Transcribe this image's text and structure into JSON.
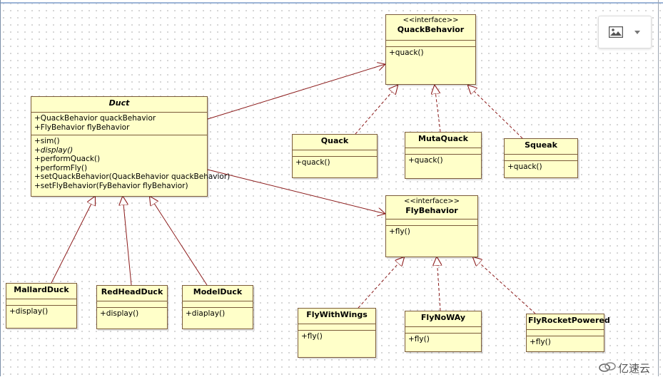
{
  "classes": {
    "duct": {
      "name": "Duct",
      "attributes": [
        "+QuackBehavior quackBehavior",
        "+FlyBehavior flyBehavior"
      ],
      "methods": [
        "+sim()",
        "+display()",
        "+performQuack()",
        "+performFly()",
        "+setQuackBehavior(QuackBehavior quackBehavior)",
        "+setFlyBehavior(FyBehavior flyBehavior)"
      ]
    },
    "quack_behavior": {
      "stereotype": "<<interface>>",
      "name": "QuackBehavior",
      "methods": [
        "+quack()"
      ]
    },
    "fly_behavior": {
      "stereotype": "<<interface>>",
      "name": "FlyBehavior",
      "methods": [
        "+fly()"
      ]
    },
    "quack": {
      "name": "Quack",
      "methods": [
        "+quack()"
      ]
    },
    "muta_quack": {
      "name": "MutaQuack",
      "methods": [
        "+quack()"
      ]
    },
    "squeak": {
      "name": "Squeak",
      "methods": [
        "+quack()"
      ]
    },
    "fly_with_wings": {
      "name": "FlyWithWings",
      "methods": [
        "+fly()"
      ]
    },
    "fly_no_way": {
      "name": "FlyNoWAy",
      "methods": [
        "+fly()"
      ]
    },
    "fly_rocket_powered": {
      "name": "FlyRocketPowered",
      "methods": [
        "+fly()"
      ]
    },
    "mallard_duck": {
      "name": "MallardDuck",
      "methods": [
        "+display()"
      ]
    },
    "red_head_duck": {
      "name": "RedHeadDuck",
      "methods": [
        "+display()"
      ]
    },
    "model_duck": {
      "name": "ModelDuck",
      "methods": [
        "+diaplay()"
      ]
    }
  },
  "watermark": {
    "text": "亿速云"
  },
  "colors": {
    "class_fill": "#ffffc9",
    "class_border": "#7a5a3a",
    "connector": "#8b1a1a"
  },
  "icons": {
    "image_button": "image-icon",
    "dropdown": "chevron-down-icon"
  }
}
